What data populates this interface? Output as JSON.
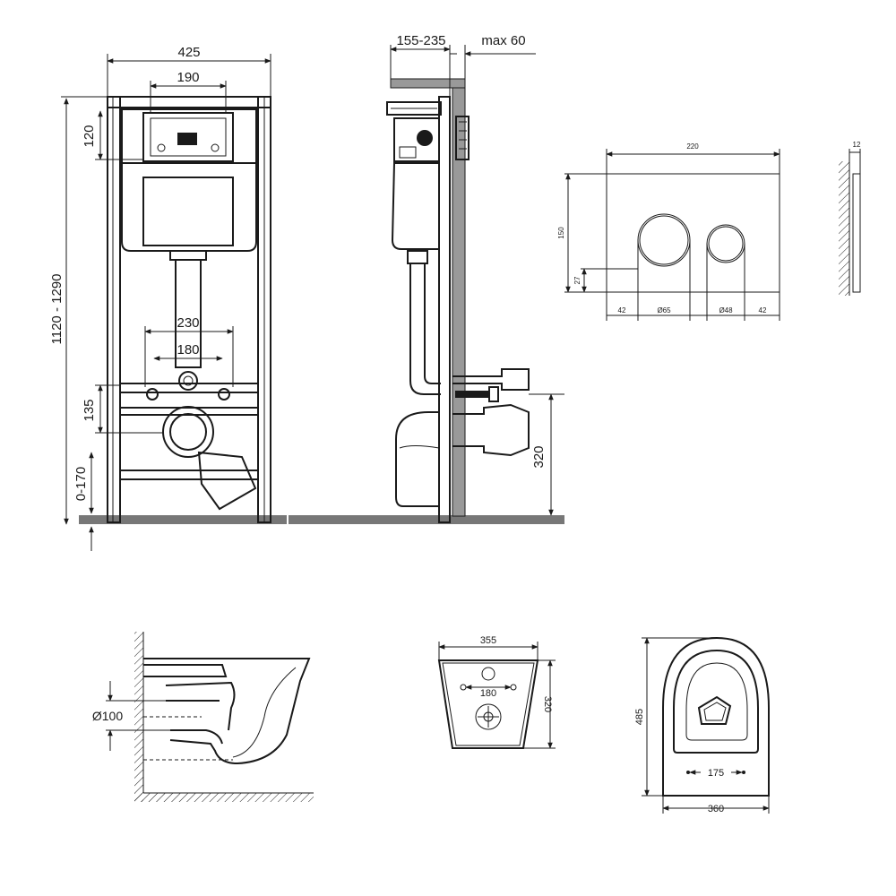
{
  "frame_front": {
    "width_total": "425",
    "width_inner": "190",
    "height_range": "1120 - 1290",
    "top_offset": "120",
    "bolt_spacing_outer": "230",
    "bolt_spacing_inner": "180",
    "bolt_height": "135",
    "foot_range": "0-170"
  },
  "frame_side": {
    "depth_range": "155-235",
    "wall_max": "max 60",
    "outlet_height": "320"
  },
  "flush_plate": {
    "width": "220",
    "height": "150",
    "thickness": "12",
    "button_offset": "27",
    "margin_left": "42",
    "button_large": "Ø65",
    "button_small": "Ø48",
    "margin_right": "42"
  },
  "bowl_side": {
    "pipe_diameter": "Ø100"
  },
  "bowl_back": {
    "width": "355",
    "bolt_spacing": "180",
    "depth": "320"
  },
  "bowl_top": {
    "length": "485",
    "hole_spacing": "175",
    "width": "360"
  }
}
